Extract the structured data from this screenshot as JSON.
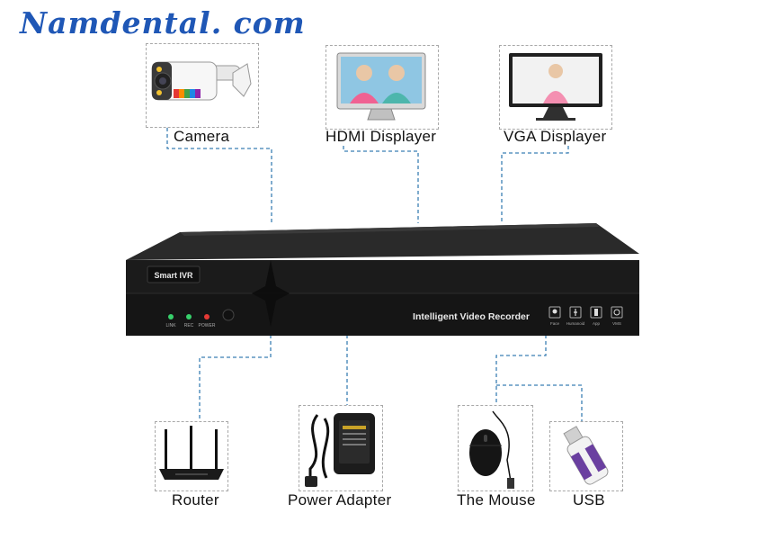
{
  "brand": "Namdental. com",
  "devices": {
    "camera": "Camera",
    "hdmi": "HDMI Displayer",
    "vga": "VGA Displayer",
    "router": "Router",
    "power": "Power Adapter",
    "mouse": "The Mouse",
    "usb": "USB"
  },
  "recorder": {
    "badge": "Smart IVR",
    "title": "Intelligent Video Recorder",
    "leds": [
      "LINK",
      "REC",
      "POWER"
    ],
    "features": [
      "Face",
      "Humanoid",
      "App",
      "VMS"
    ]
  },
  "colors": {
    "brand": "#1f57b6",
    "connector": "#3b7fb3",
    "recorder_body": "#1b1b1b"
  }
}
